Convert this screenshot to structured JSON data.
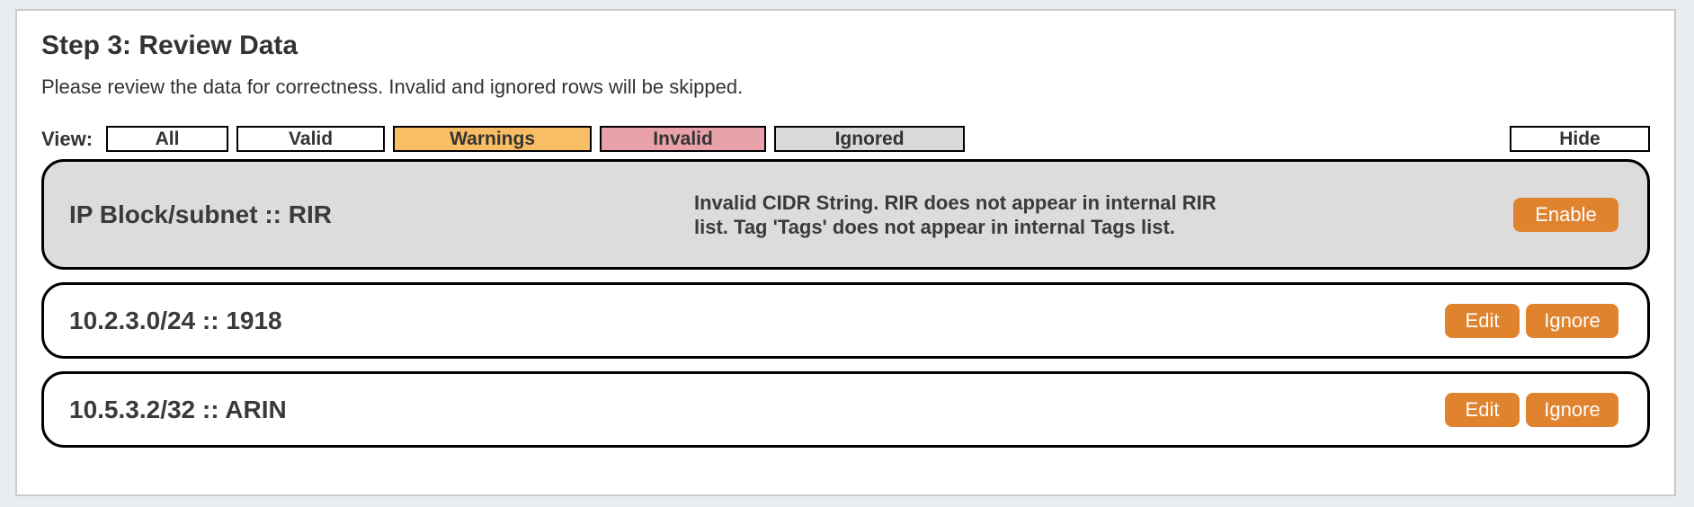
{
  "page": {
    "title": "Step 3: Review Data",
    "subtitle": "Please review the data for correctness. Invalid and ignored rows will be skipped."
  },
  "filters": {
    "label": "View:",
    "items": [
      {
        "label": "All"
      },
      {
        "label": "Valid"
      },
      {
        "label": "Warnings"
      },
      {
        "label": "Invalid"
      },
      {
        "label": "Ignored"
      }
    ],
    "hide_label": "Hide"
  },
  "warning_group": {
    "title": "IP Block/subnet :: RIR",
    "message": "Invalid CIDR String. RIR does not appear in internal RIR list. Tag 'Tags' does not appear in internal Tags list.",
    "enable_label": "Enable"
  },
  "entries": [
    {
      "title": "10.2.3.0/24 :: 1918",
      "edit_label": "Edit",
      "ignore_label": "Ignore"
    },
    {
      "title": "10.5.3.2/32 :: ARIN",
      "edit_label": "Edit",
      "ignore_label": "Ignore"
    }
  ],
  "colors": {
    "accent_orange": "#e0832f",
    "warnings_filter_bg": "#f9bd63",
    "invalid_filter_bg": "#e9a2a9",
    "ignored_filter_bg": "#d9d9d9",
    "header_row_bg": "#dcdcdc",
    "row_border": "#000000",
    "card_border": "#c7cbce",
    "page_bg": "#e9edf0",
    "text": "#333333"
  }
}
